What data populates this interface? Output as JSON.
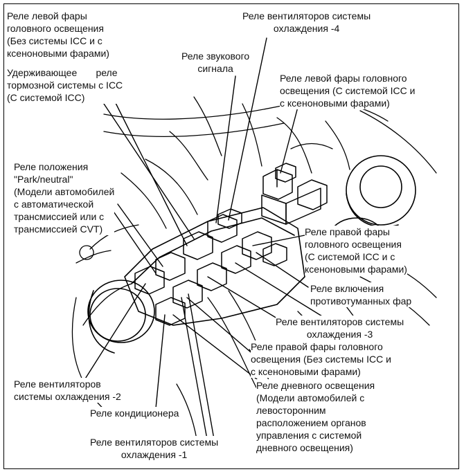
{
  "labels": {
    "left_headlight_no_icc": "Реле левой фары\nголовного освещения\n(Без системы ICC и с\nксеноновыми фарами)",
    "brake_hold_icc": "Удерживающее       реле\nтормозной системы с ICC\n(С системой ICC)",
    "horn": "Реле звукового\nсигнала",
    "fan4": "Реле вентиляторов системы\nохлаждения -4",
    "left_headlight_icc": "Реле левой фары головного\nосвещения (С системой ICC и\nс ксеноновыми фарами)",
    "park_neutral": "Реле положения\n\"Park/neutral\"\n(Модели автомобилей\nс автоматической\nтрансмиссией или с\nтрансмиссией CVT)",
    "right_headlight_icc": "Реле правой фары\nголовного освещения\n(С системой ICC и с\nксеноновыми фарами)",
    "fog": "Реле включения\nпротивотуманных фар",
    "fan3": "Реле вентиляторов системы\nохлаждения -3",
    "right_headlight_no_icc": "Реле правой фары головного\nосвещения (Без системы ICC и\nс ксеноновыми фарами)",
    "daytime": "Реле дневного освещения\n(Модели автомобилей с\nлевосторонним\nрасположением органов\nуправления с системой\nдневного освещения)",
    "fan2": "Реле вентиляторов\nсистемы охлаждения -2",
    "ac": "Реле кондиционера",
    "fan1": "Реле вентиляторов системы\nохлаждения -1"
  }
}
